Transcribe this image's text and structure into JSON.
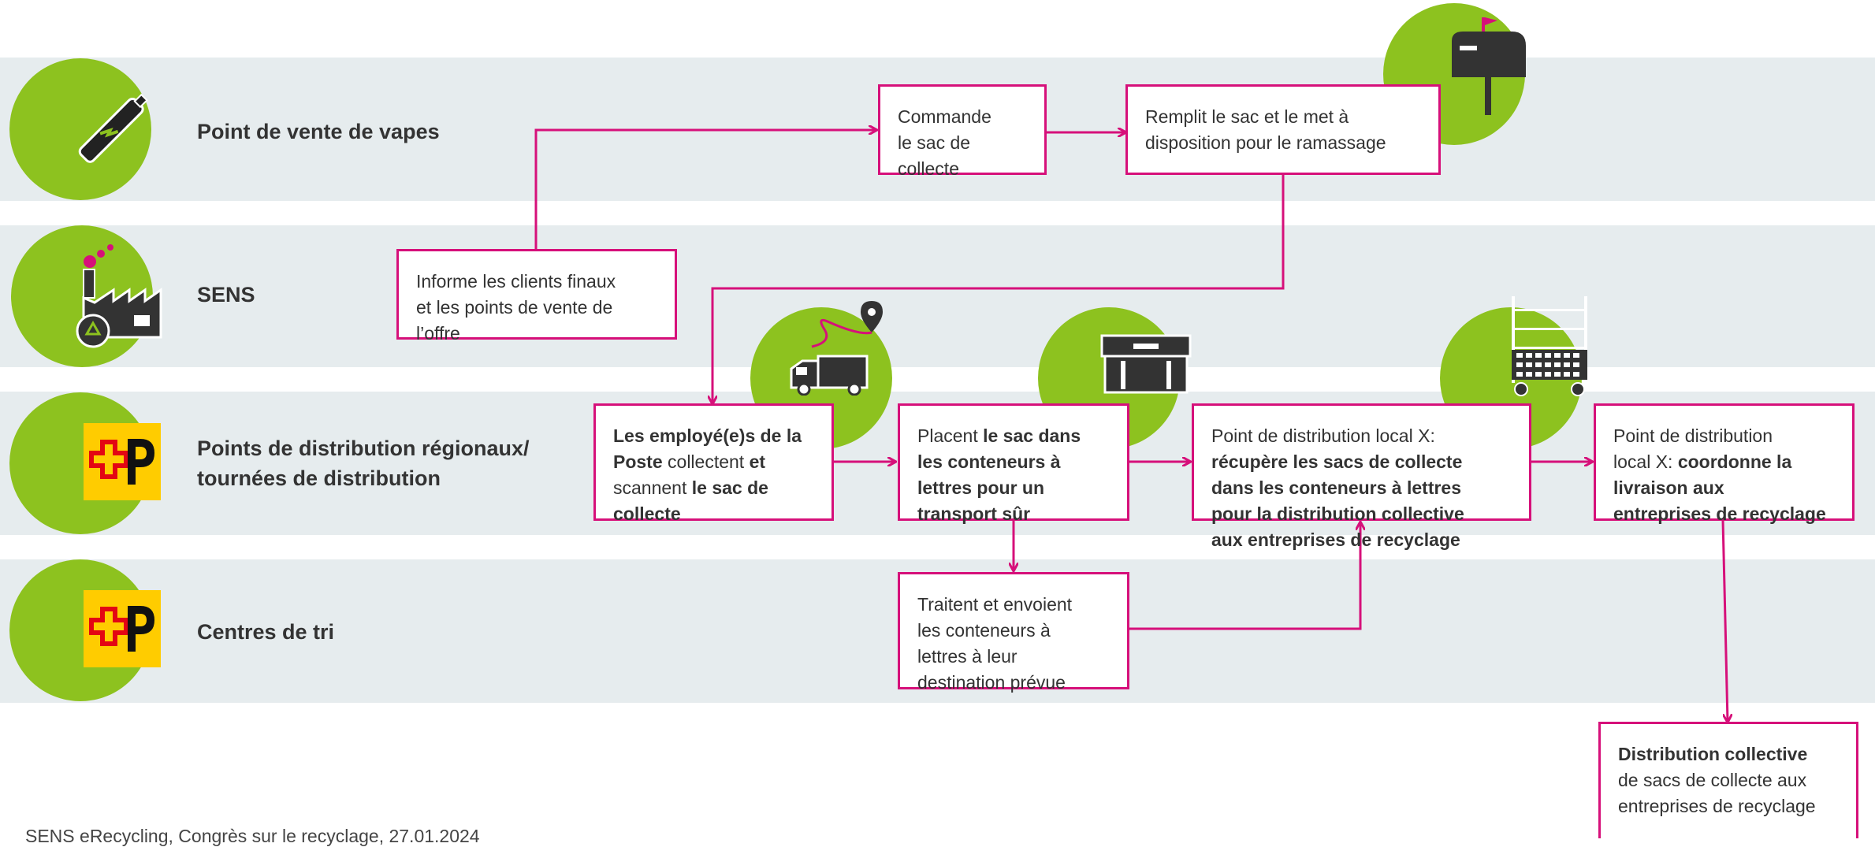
{
  "lanes": [
    {
      "label": "Point de vente de vapes",
      "icon": "vape-pen-icon"
    },
    {
      "label": "SENS",
      "icon": "factory-recycling-icon"
    },
    {
      "label": "Points de distribution régionaux/",
      "label2": "tournées de distribution",
      "icon": "post-logo-icon"
    },
    {
      "label": "Centres de tri",
      "icon": "post-logo-icon"
    }
  ],
  "boxes": {
    "commande": {
      "l1": "Commande",
      "l2": "le sac de",
      "l3": "collecte"
    },
    "remplit": {
      "l1": "Remplit le sac et le met à",
      "l2": "disposition pour le ramassage"
    },
    "informe": {
      "l1": "Informe les clients finaux",
      "l2": "et les points de vente de",
      "l3": "l’offre"
    },
    "employes": {
      "b1": "Les employé(e)s de la",
      "b2": "Poste",
      "t2": " collectent ",
      "b2b": "et",
      "t3": "scannent ",
      "b3": "le sac de",
      "b4": "collecte"
    },
    "placent": {
      "t1": "Placent ",
      "b1": "le sac dans",
      "b2": "les conteneurs à",
      "b3": "lettres pour un",
      "b4": "transport sûr"
    },
    "traitent": {
      "l1": "Traitent et envoient",
      "l2": "les conteneurs à",
      "l3": "lettres à leur",
      "l4": "destination prévue"
    },
    "recupere": {
      "t1": "Point de distribution local X:",
      "b1": "récupère les sacs de collecte",
      "b2": "dans les conteneurs à lettres",
      "b3": "pour la distribution collective",
      "b4": "aux entreprises de recyclage"
    },
    "coordonne": {
      "t1": "Point de distribution",
      "t2": "local X: ",
      "b2": "coordonne la",
      "b3": "livraison aux",
      "b4": "entreprises de recyclage"
    },
    "distribution": {
      "b1": "Distribution collective",
      "t2": "de sacs de collecte aux",
      "t3": "entreprises de recyclage"
    }
  },
  "icons": [
    "mailbox-icon",
    "truck-pin-icon",
    "letter-container-icon",
    "roll-cart-icon"
  ],
  "colors": {
    "accent": "#d6107a",
    "green": "#8dc21f",
    "lane": "#e6ecee",
    "post_yellow": "#ffcc00"
  },
  "footer": "SENS eRecycling, Congrès sur le recyclage, 27.01.2024"
}
